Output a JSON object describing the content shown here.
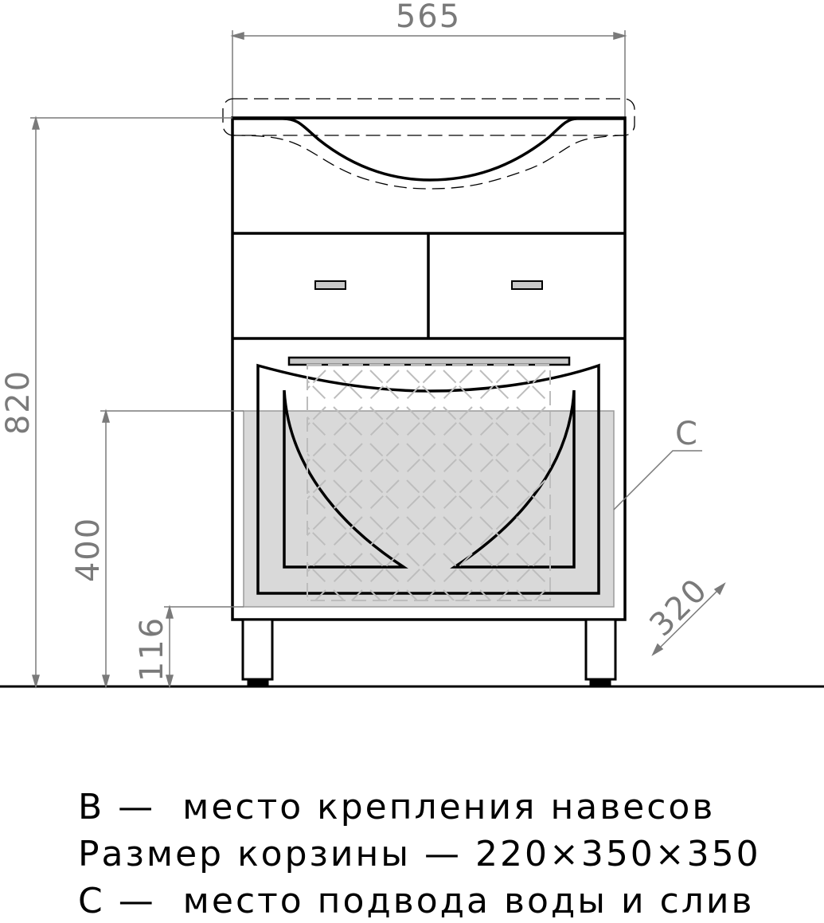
{
  "drawing": {
    "dimensions": {
      "width": "565",
      "height": "820",
      "basket_top": "400",
      "leg_height": "116",
      "depth": "320"
    },
    "callout_c": "С",
    "colors": {
      "line": "#000000",
      "dimension": "#7a7a7a",
      "zone_c_fill": "#d9d9d9",
      "handle_fill": "#c8c8c8"
    }
  },
  "notes": [
    "В —  место крепления навесов",
    "Размер корзины — 220×350×350",
    "С —  место подвода воды и слив"
  ]
}
